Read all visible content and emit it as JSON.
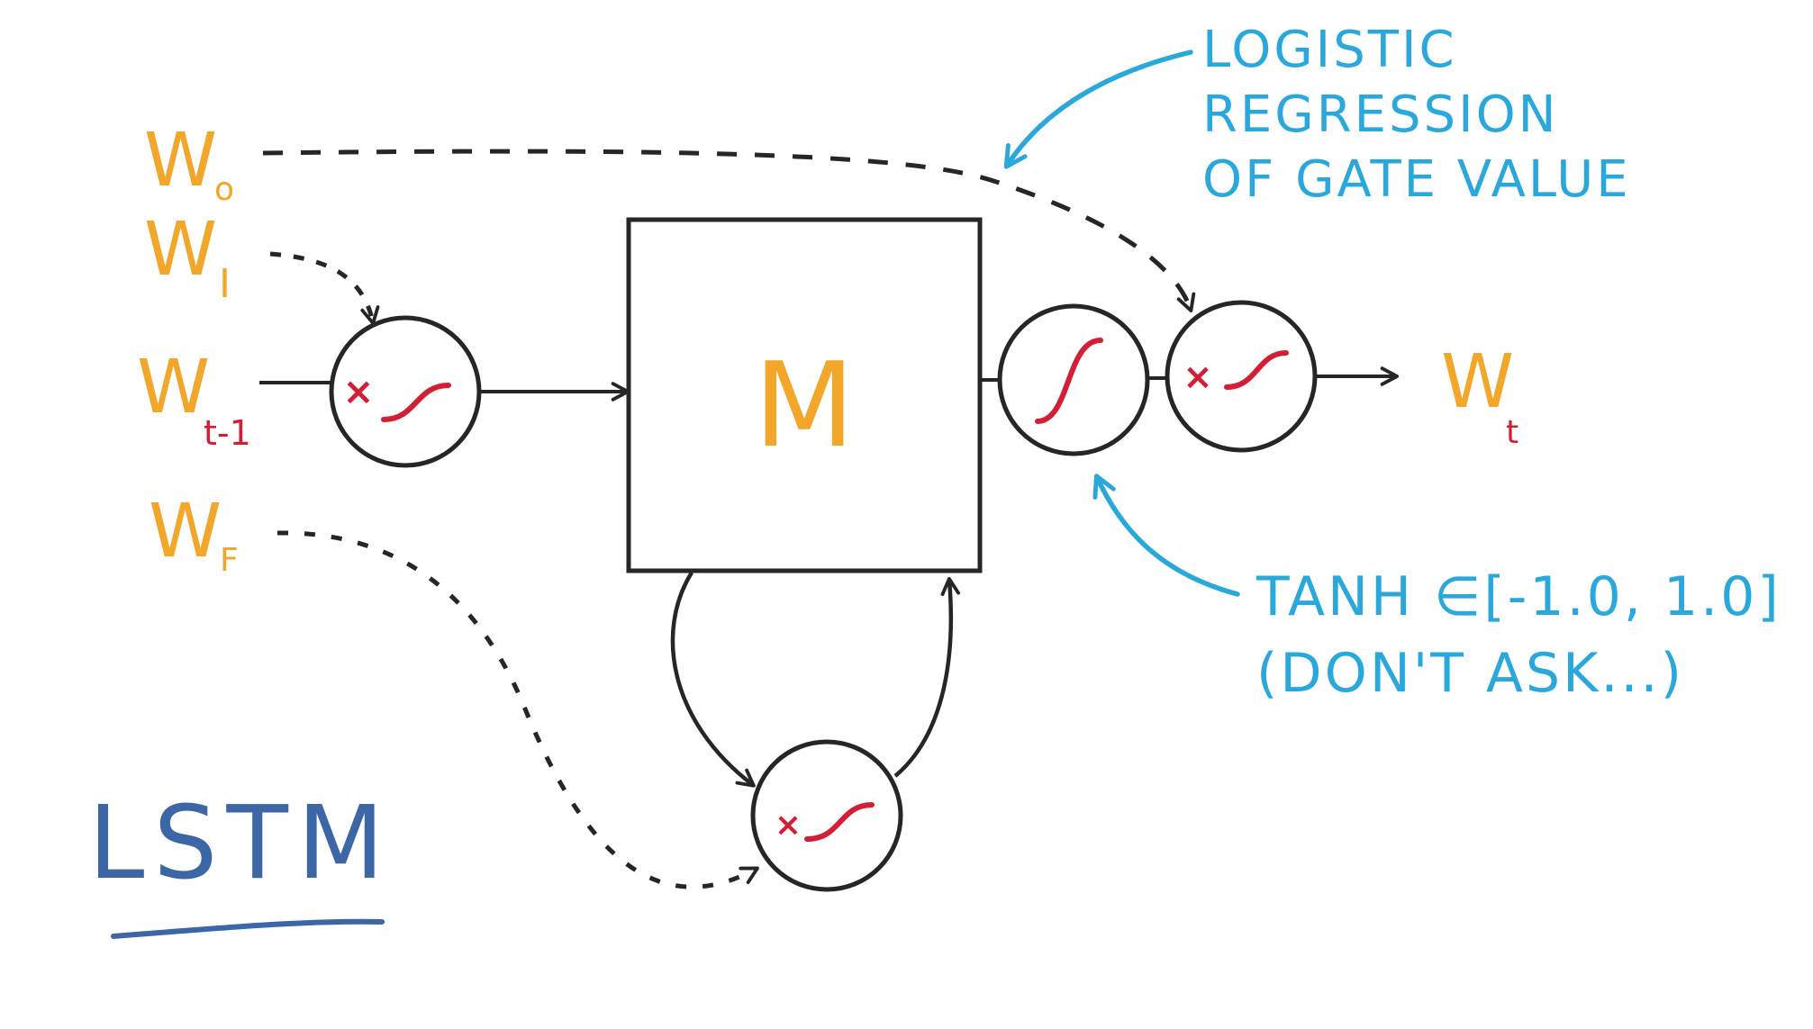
{
  "colors": {
    "ink": "#262626",
    "orange": "#f2a62a",
    "red": "#d41e35",
    "blue": "#2aa8dc",
    "navy": "#3c66a6"
  },
  "labels": {
    "w": "W",
    "o": "o",
    "i": "I",
    "t_minus_1": "t-1",
    "f": "F",
    "t": "t",
    "memory": "M",
    "lstm": "LSTM",
    "times": "×"
  },
  "annotations": {
    "logistic": [
      "LOGISTIC",
      "REGRESSION",
      "OF GATE VALUE"
    ],
    "tanh": [
      "TANH ∈[-1.0, 1.0]",
      "(DON'T ASK...)"
    ]
  }
}
